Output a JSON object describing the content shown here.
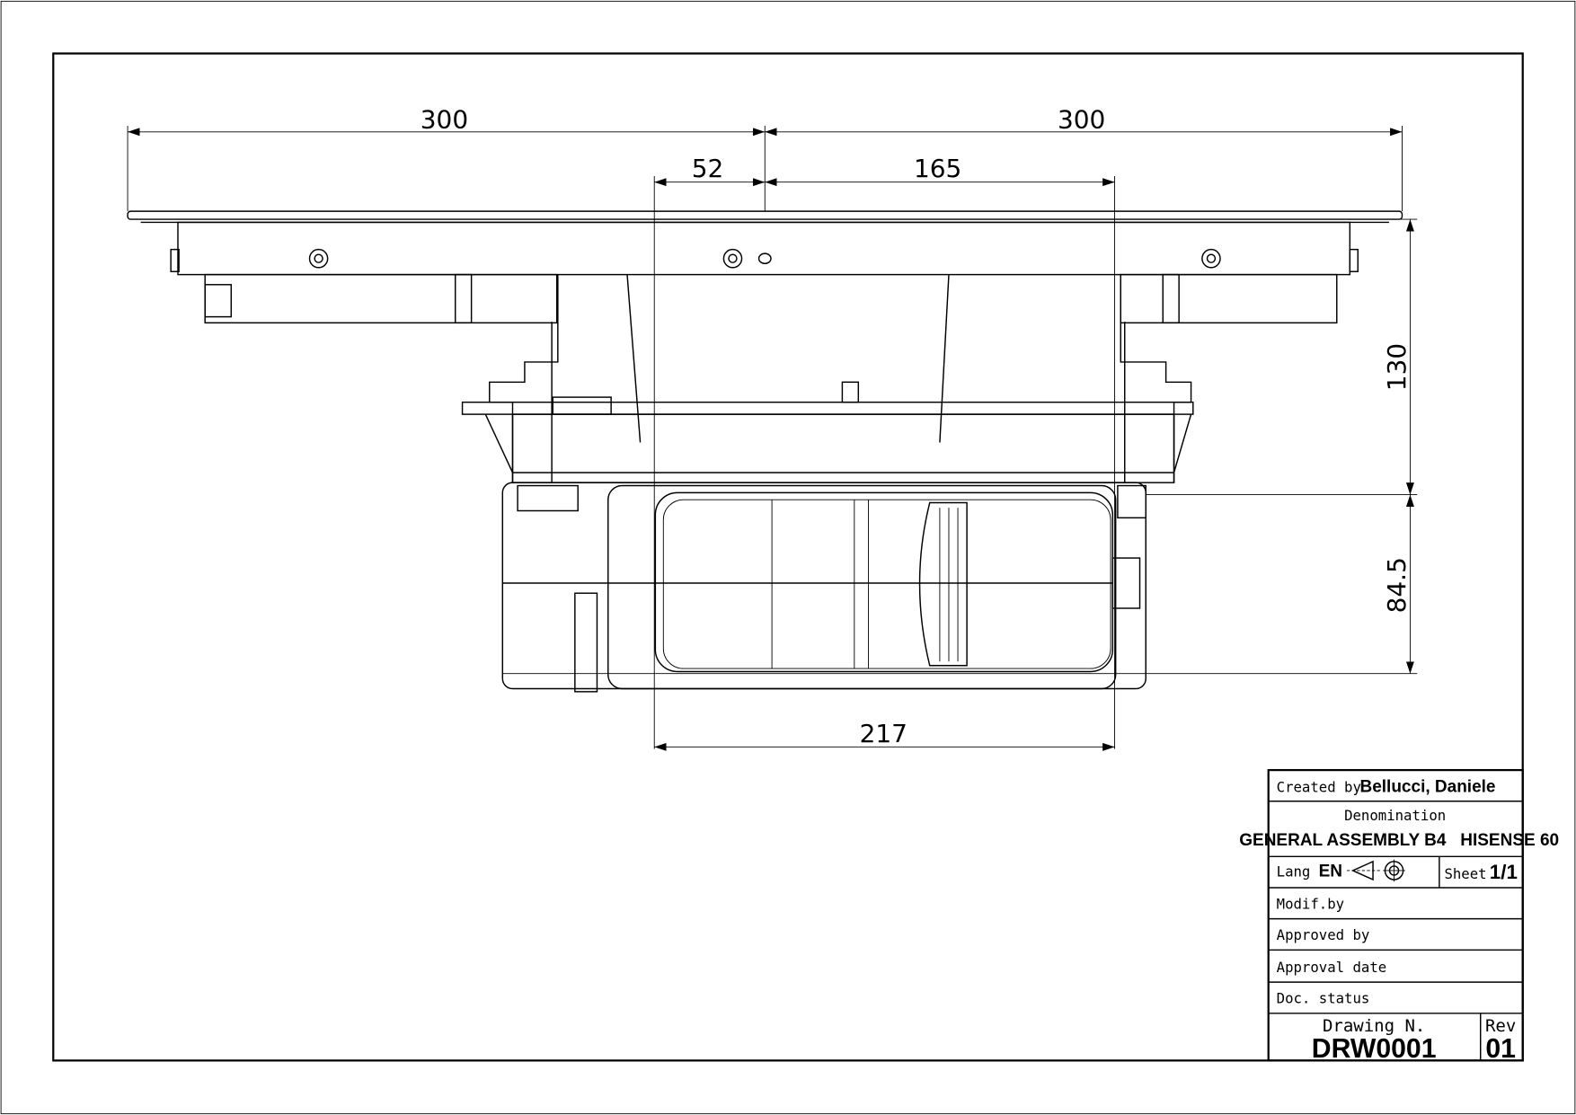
{
  "dimensions": {
    "top_left_width": "300",
    "top_right_width": "300",
    "offset_left": "52",
    "offset_right": "165",
    "height_upper": "130",
    "height_lower": "84.5",
    "bottom_width": "217"
  },
  "title_block": {
    "created_by_label": "Created by",
    "created_by_value": "Bellucci, Daniele",
    "denomination_label": "Denomination",
    "denomination_value": "GENERAL ASSEMBLY B4   HISENSE 60",
    "lang_label": "Lang",
    "lang_value": "EN",
    "sheet_label": "Sheet",
    "sheet_value": "1/1",
    "modif_by_label": "Modif.by",
    "approved_by_label": "Approved by",
    "approval_date_label": "Approval date",
    "doc_status_label": "Doc. status",
    "drawing_number_label": "Drawing N.",
    "drawing_number_value": "DRW0001",
    "rev_label": "Rev",
    "rev_value": "01"
  }
}
